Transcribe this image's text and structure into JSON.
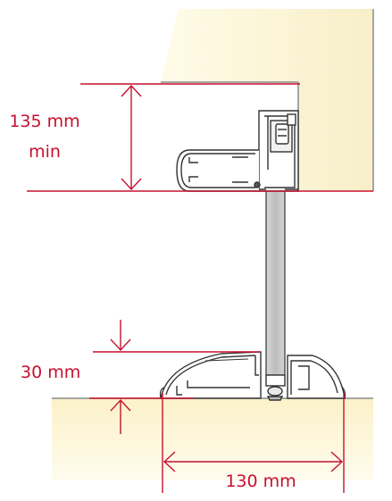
{
  "dimensions": {
    "top_clearance_value": "135 mm",
    "top_clearance_qualifier": "min",
    "base_height": "30 mm",
    "base_width": "130 mm"
  },
  "colors": {
    "dimension_lines": "#c8102e",
    "wall_and_floor": "#fbf3cf",
    "panel": "#c9c9c9",
    "profile_stroke": "#333333"
  }
}
